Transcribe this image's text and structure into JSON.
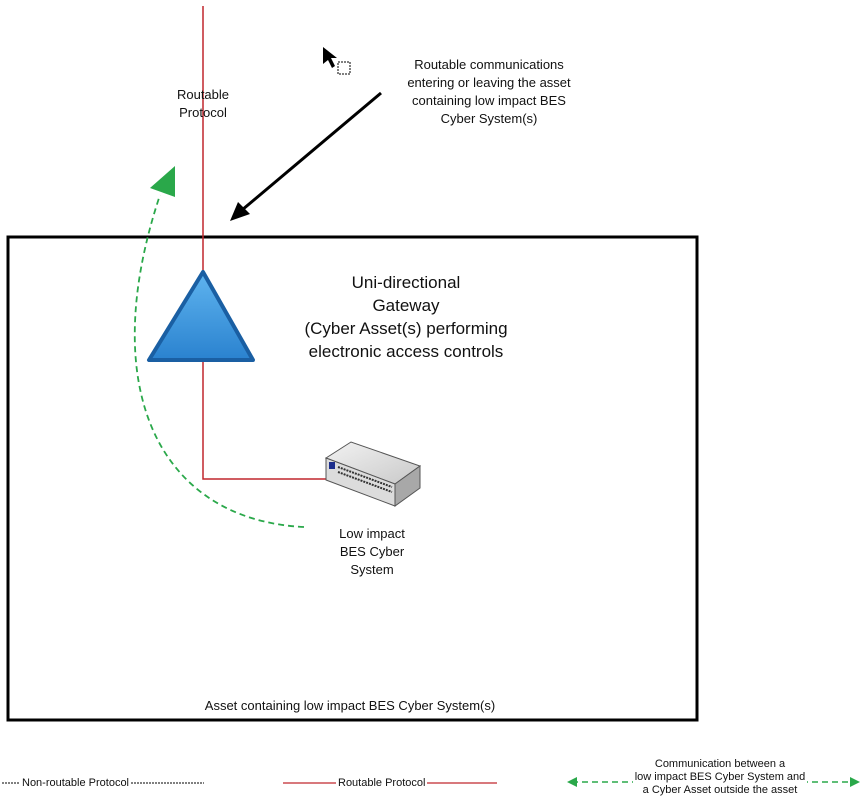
{
  "labels": {
    "routable_protocol_top": [
      "Routable",
      "Protocol"
    ],
    "callout": [
      "Routable communications",
      "entering or leaving the asset",
      "containing low impact BES",
      "Cyber System(s)"
    ],
    "gateway": [
      "Uni-directional",
      "Gateway",
      "(Cyber Asset(s) performing",
      "electronic access controls"
    ],
    "device": [
      "Low impact",
      "BES Cyber",
      "System"
    ],
    "asset_box": "Asset containing low impact BES Cyber System(s)"
  },
  "legend": {
    "non_routable": "Non-routable Protocol",
    "routable": "Routable Protocol",
    "communication": [
      "Communication between a",
      "low impact BES Cyber System and",
      "a Cyber Asset outside the asset"
    ]
  },
  "colors": {
    "routable_line": "#c0272d",
    "gateway_fill": "#2e8bd6",
    "gateway_stroke": "#1a5fa3",
    "comm_arrow": "#2aa84a",
    "box": "#000000"
  }
}
